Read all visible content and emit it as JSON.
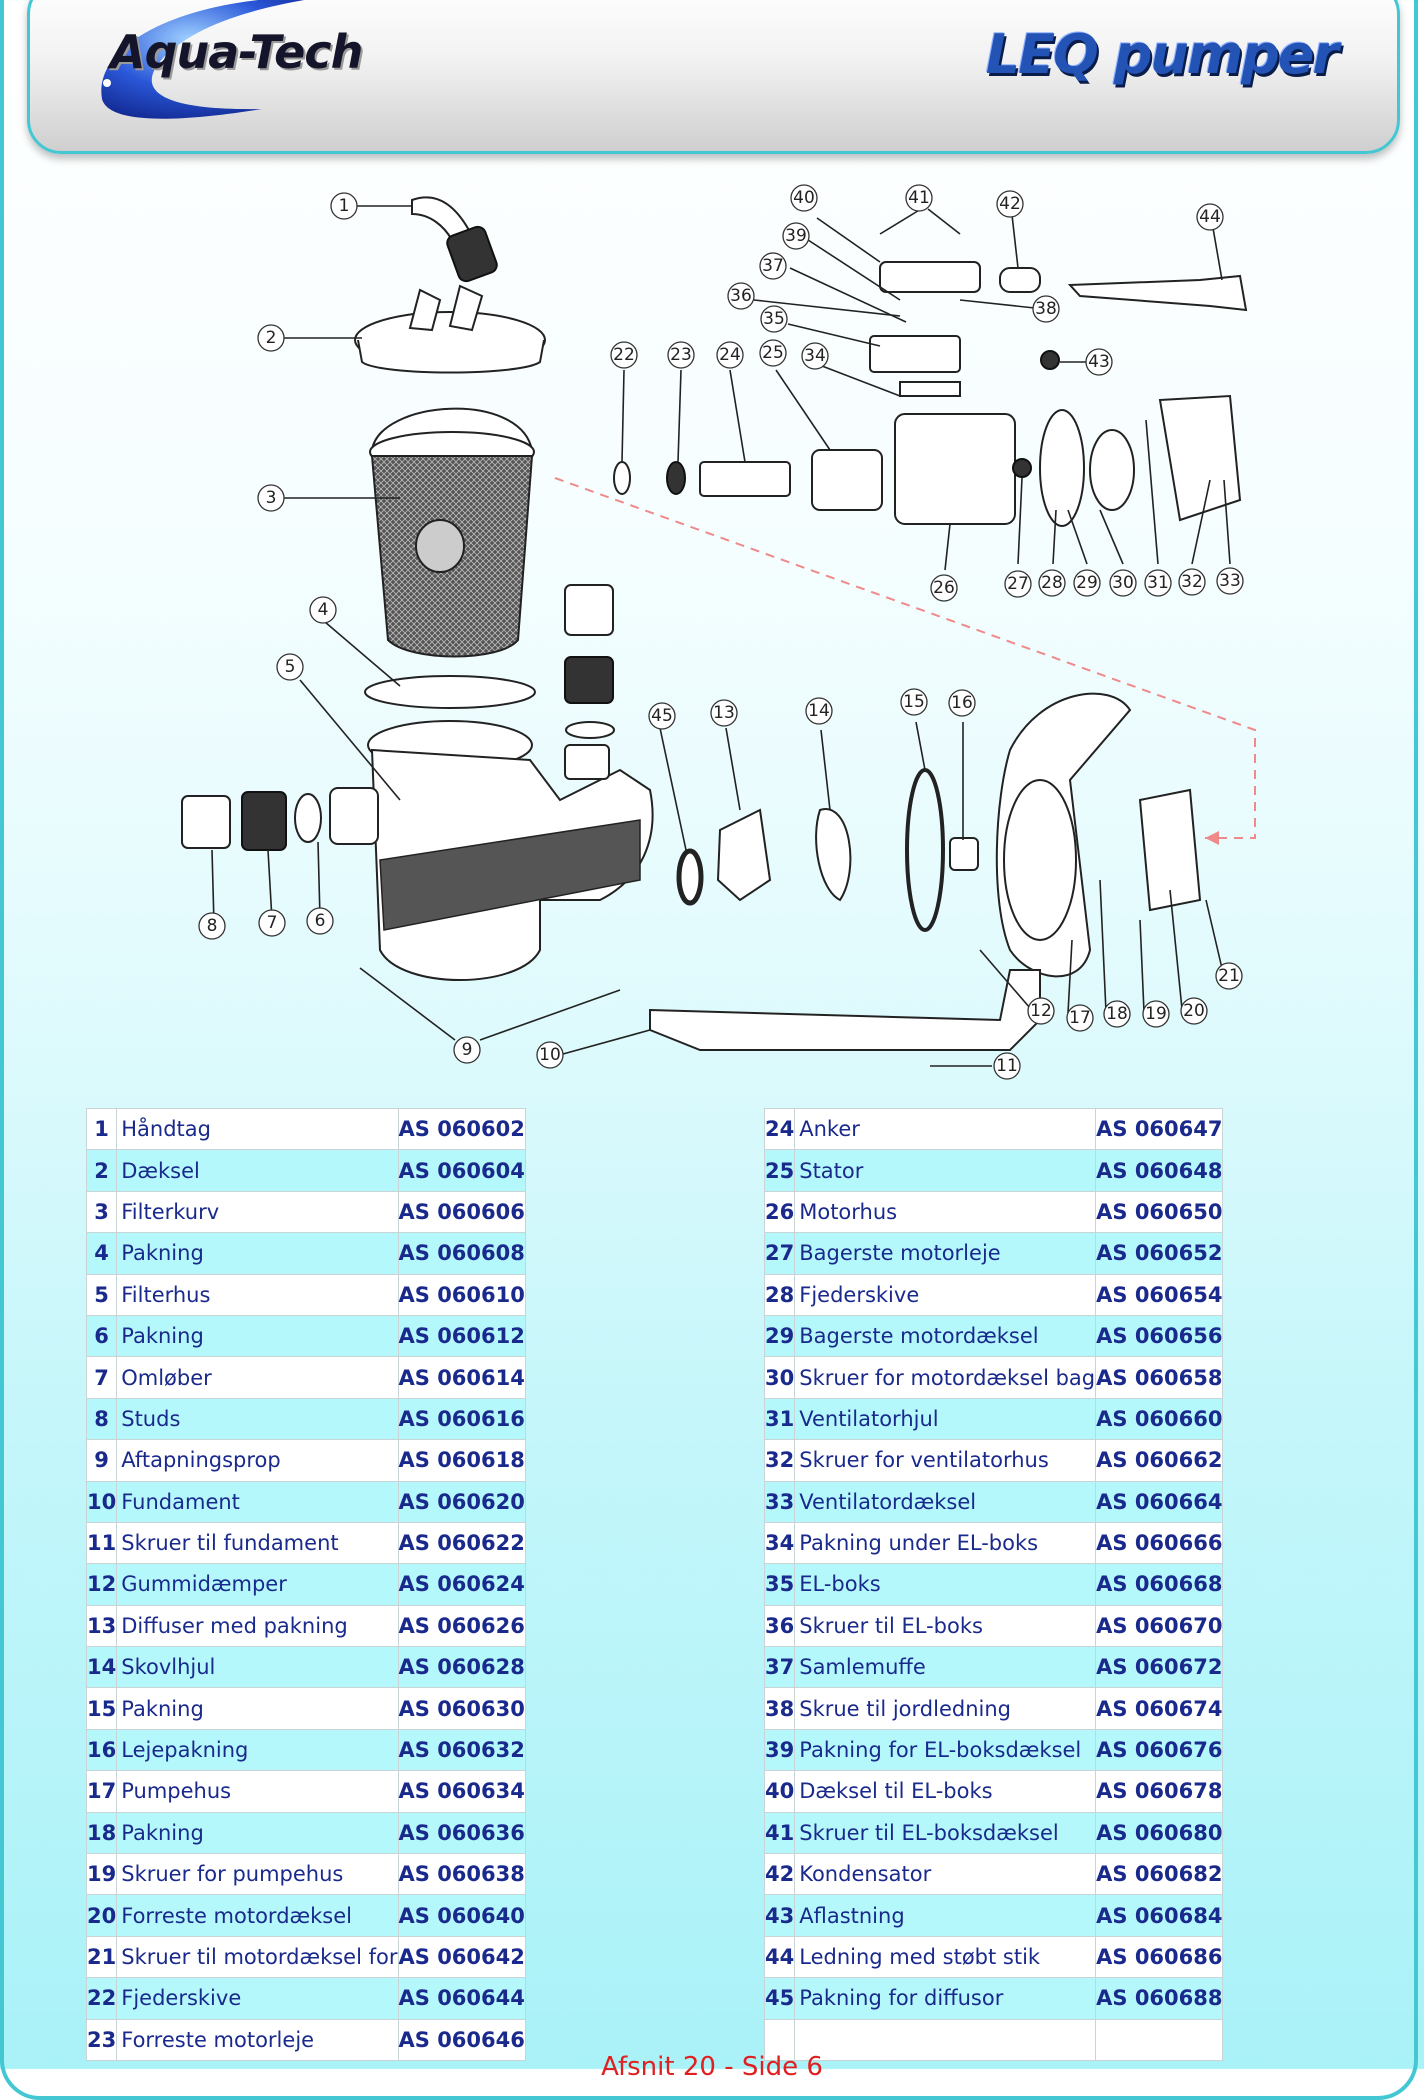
{
  "header": {
    "logo_text": "Aqua-Tech",
    "product_title": "LEQ pumper"
  },
  "callouts": [
    "1",
    "2",
    "3",
    "4",
    "5",
    "6",
    "7",
    "8",
    "9",
    "10",
    "11",
    "12",
    "13",
    "14",
    "15",
    "16",
    "17",
    "18",
    "19",
    "20",
    "21",
    "22",
    "23",
    "24",
    "25",
    "26",
    "27",
    "28",
    "29",
    "30",
    "31",
    "32",
    "33",
    "34",
    "35",
    "36",
    "37",
    "38",
    "39",
    "40",
    "41",
    "42",
    "43",
    "44",
    "45"
  ],
  "parts_left": [
    {
      "no": "1",
      "name": "Håndtag",
      "code": "AS 060602"
    },
    {
      "no": "2",
      "name": "Dæksel",
      "code": "AS 060604"
    },
    {
      "no": "3",
      "name": "Filterkurv",
      "code": "AS 060606"
    },
    {
      "no": "4",
      "name": "Pakning",
      "code": "AS 060608"
    },
    {
      "no": "5",
      "name": "Filterhus",
      "code": "AS 060610"
    },
    {
      "no": "6",
      "name": "Pakning",
      "code": "AS 060612"
    },
    {
      "no": "7",
      "name": "Omløber",
      "code": "AS 060614"
    },
    {
      "no": "8",
      "name": "Studs",
      "code": "AS 060616"
    },
    {
      "no": "9",
      "name": "Aftapningsprop",
      "code": "AS 060618"
    },
    {
      "no": "10",
      "name": "Fundament",
      "code": "AS 060620"
    },
    {
      "no": "11",
      "name": "Skruer til fundament",
      "code": "AS 060622"
    },
    {
      "no": "12",
      "name": "Gummidæmper",
      "code": "AS 060624"
    },
    {
      "no": "13",
      "name": "Diffuser med pakning",
      "code": "AS 060626"
    },
    {
      "no": "14",
      "name": "Skovlhjul",
      "code": "AS 060628"
    },
    {
      "no": "15",
      "name": "Pakning",
      "code": "AS 060630"
    },
    {
      "no": "16",
      "name": "Lejepakning",
      "code": "AS 060632"
    },
    {
      "no": "17",
      "name": "Pumpehus",
      "code": "AS 060634"
    },
    {
      "no": "18",
      "name": "Pakning",
      "code": "AS 060636"
    },
    {
      "no": "19",
      "name": "Skruer for pumpehus",
      "code": "AS 060638"
    },
    {
      "no": "20",
      "name": "Forreste motordæksel",
      "code": "AS 060640"
    },
    {
      "no": "21",
      "name": "Skruer til motordæksel for",
      "code": "AS 060642"
    },
    {
      "no": "22",
      "name": "Fjederskive",
      "code": "AS 060644"
    },
    {
      "no": "23",
      "name": "Forreste motorleje",
      "code": "AS 060646"
    }
  ],
  "parts_right": [
    {
      "no": "24",
      "name": "Anker",
      "code": "AS 060647"
    },
    {
      "no": "25",
      "name": "Stator",
      "code": "AS 060648"
    },
    {
      "no": "26",
      "name": "Motorhus",
      "code": "AS 060650"
    },
    {
      "no": "27",
      "name": "Bagerste motorleje",
      "code": "AS 060652"
    },
    {
      "no": "28",
      "name": "Fjederskive",
      "code": "AS 060654"
    },
    {
      "no": "29",
      "name": "Bagerste motordæksel",
      "code": "AS 060656"
    },
    {
      "no": "30",
      "name": "Skruer for motordæksel bag",
      "code": "AS 060658"
    },
    {
      "no": "31",
      "name": "Ventilatorhjul",
      "code": "AS 060660"
    },
    {
      "no": "32",
      "name": "Skruer for ventilatorhus",
      "code": "AS 060662"
    },
    {
      "no": "33",
      "name": "Ventilatordæksel",
      "code": "AS 060664"
    },
    {
      "no": "34",
      "name": "Pakning under EL-boks",
      "code": "AS 060666"
    },
    {
      "no": "35",
      "name": "EL-boks",
      "code": "AS 060668"
    },
    {
      "no": "36",
      "name": "Skruer til EL-boks",
      "code": "AS 060670"
    },
    {
      "no": "37",
      "name": "Samlemuffe",
      "code": "AS 060672"
    },
    {
      "no": "38",
      "name": "Skrue til jordledning",
      "code": "AS 060674"
    },
    {
      "no": "39",
      "name": "Pakning for EL-boksdæksel",
      "code": "AS 060676"
    },
    {
      "no": "40",
      "name": "Dæksel til EL-boks",
      "code": "AS 060678"
    },
    {
      "no": "41",
      "name": "Skruer til EL-boksdæksel",
      "code": "AS 060680"
    },
    {
      "no": "42",
      "name": "Kondensator",
      "code": "AS 060682"
    },
    {
      "no": "43",
      "name": "Aflastning",
      "code": "AS 060684"
    },
    {
      "no": "44",
      "name": "Ledning med støbt stik",
      "code": "AS 060686"
    },
    {
      "no": "45",
      "name": "Pakning for diffusor",
      "code": "AS 060688"
    },
    {
      "no": "",
      "name": "",
      "code": ""
    }
  ],
  "footer": {
    "text": "Afsnit 20 - Side 6"
  }
}
